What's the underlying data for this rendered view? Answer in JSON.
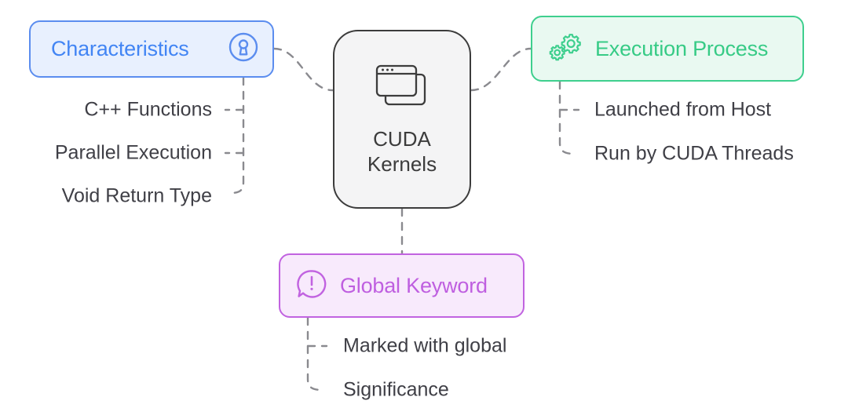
{
  "diagram": {
    "title": "CUDA Kernels mind map",
    "center": {
      "line1": "CUDA",
      "line2": "Kernels",
      "icon": "stacked-windows-icon",
      "fill": "#f4f4f5",
      "stroke": "#3c3c3c"
    },
    "branches": [
      {
        "id": "characteristics",
        "label": "Characteristics",
        "icon": "keyhole-lock-icon",
        "accent": "#4285f4",
        "fill": "#e8f0fe",
        "stroke": "#5b8def",
        "side": "left",
        "leaves": [
          "C++ Functions",
          "Parallel Execution",
          "Void Return Type"
        ]
      },
      {
        "id": "execution-process",
        "label": "Execution Process",
        "icon": "gears-icon",
        "accent": "#37cb86",
        "fill": "#e9f9f1",
        "stroke": "#3ecf8e",
        "side": "right",
        "leaves": [
          "Launched from Host",
          "Run by CUDA Threads"
        ]
      },
      {
        "id": "global-keyword",
        "label": "Global Keyword",
        "icon": "speech-bubble-alert-icon",
        "accent": "#bf5fe0",
        "fill": "#f8eafc",
        "stroke": "#c163e0",
        "side": "bottom",
        "leaves": [
          "Marked with global",
          "Significance"
        ]
      }
    ],
    "connector": {
      "color": "#8a8a8f",
      "style": "dashed"
    },
    "background": "#ffffff"
  }
}
